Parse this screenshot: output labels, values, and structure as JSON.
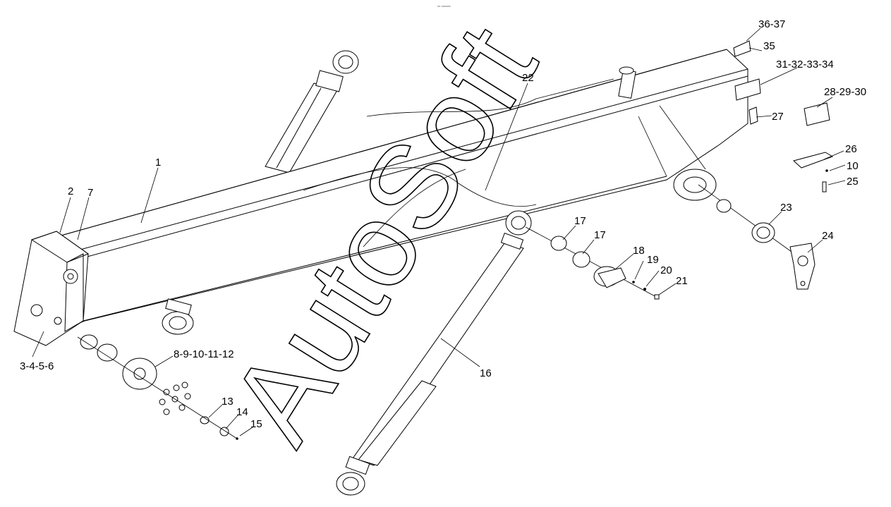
{
  "watermark": "AutoSoft",
  "header_mark": "═ ═══",
  "callouts": {
    "c1": "1",
    "c2": "2",
    "c7": "7",
    "c3_6": "3-4-5-6",
    "c8_12": "8-9-10-11-12",
    "c13": "13",
    "c14": "14",
    "c15": "15",
    "c16": "16",
    "c17a": "17",
    "c17b": "17",
    "c18": "18",
    "c19": "19",
    "c20": "20",
    "c21": "21",
    "c22": "22",
    "c23": "23",
    "c24": "24",
    "c25": "25",
    "c10": "10",
    "c26": "26",
    "c27": "27",
    "c28_30": "28-29-30",
    "c31_34": "31-32-33-34",
    "c35": "35",
    "c36_37": "36-37"
  }
}
